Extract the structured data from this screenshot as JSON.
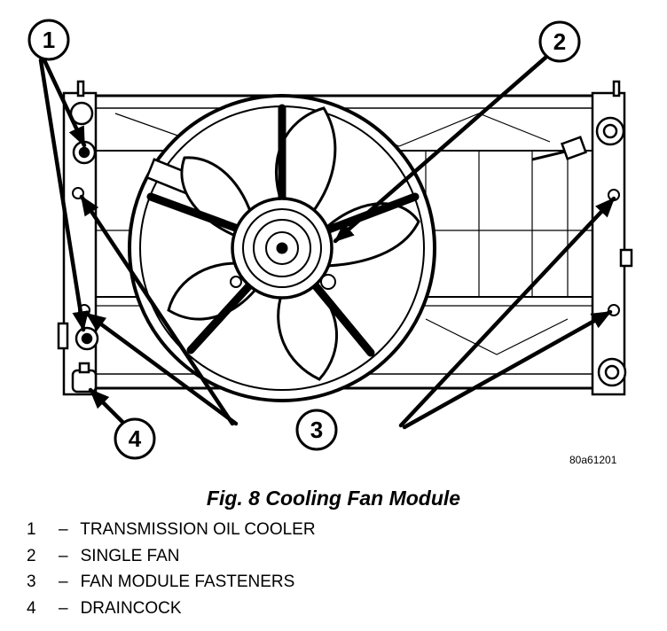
{
  "figure_id": "80a61201",
  "caption": "Fig. 8 Cooling Fan Module",
  "callouts": [
    "1",
    "2",
    "3",
    "4"
  ],
  "legend": [
    {
      "num": "1",
      "dash": "–",
      "label": "TRANSMISSION OIL COOLER"
    },
    {
      "num": "2",
      "dash": "–",
      "label": "SINGLE FAN"
    },
    {
      "num": "3",
      "dash": "–",
      "label": "FAN MODULE FASTENERS"
    },
    {
      "num": "4",
      "dash": "–",
      "label": "DRAINCOCK"
    }
  ]
}
